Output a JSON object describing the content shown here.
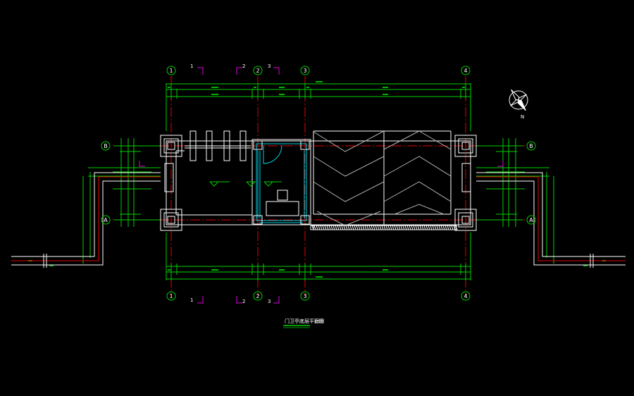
{
  "colors": {
    "background": "#000000",
    "wall_white": "#ffffff",
    "axis_red": "#e60000",
    "dimension_green": "#00d000",
    "glass_cyan": "#00d0e0",
    "section_magenta": "#e000e0",
    "title_underline": "#00d000"
  },
  "grid_axes": {
    "vertical": [
      "1",
      "2",
      "3",
      "4"
    ],
    "horizontal": [
      "B",
      "A"
    ]
  },
  "section_marks": [
    "1",
    "2",
    "3"
  ],
  "title": {
    "main": "门卫亭底层平面图",
    "scale": "1:50"
  },
  "icons": {
    "north_arrow": "compass-north-arrow-icon",
    "north_label": "N"
  }
}
